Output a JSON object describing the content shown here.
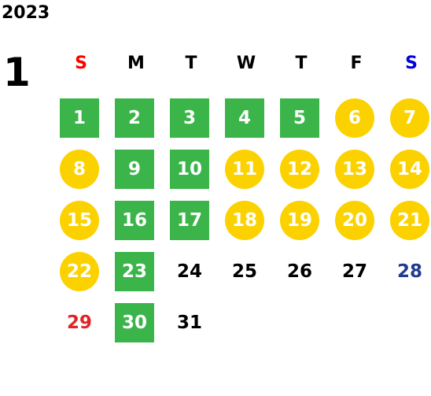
{
  "calendar": {
    "year": "2023",
    "month": "1",
    "weekdays": [
      {
        "label": "S",
        "kind": "sun"
      },
      {
        "label": "M",
        "kind": "normal"
      },
      {
        "label": "T",
        "kind": "normal"
      },
      {
        "label": "W",
        "kind": "normal"
      },
      {
        "label": "T",
        "kind": "normal"
      },
      {
        "label": "F",
        "kind": "normal"
      },
      {
        "label": "S",
        "kind": "sat"
      }
    ],
    "weeks": [
      [
        {
          "day": "1",
          "style": "green"
        },
        {
          "day": "2",
          "style": "green"
        },
        {
          "day": "3",
          "style": "green"
        },
        {
          "day": "4",
          "style": "green"
        },
        {
          "day": "5",
          "style": "green"
        },
        {
          "day": "6",
          "style": "yellow"
        },
        {
          "day": "7",
          "style": "yellow"
        }
      ],
      [
        {
          "day": "8",
          "style": "yellow"
        },
        {
          "day": "9",
          "style": "green"
        },
        {
          "day": "10",
          "style": "green"
        },
        {
          "day": "11",
          "style": "yellow"
        },
        {
          "day": "12",
          "style": "yellow"
        },
        {
          "day": "13",
          "style": "yellow"
        },
        {
          "day": "14",
          "style": "yellow"
        }
      ],
      [
        {
          "day": "15",
          "style": "yellow"
        },
        {
          "day": "16",
          "style": "green"
        },
        {
          "day": "17",
          "style": "green"
        },
        {
          "day": "18",
          "style": "yellow"
        },
        {
          "day": "19",
          "style": "yellow"
        },
        {
          "day": "20",
          "style": "yellow"
        },
        {
          "day": "21",
          "style": "yellow"
        }
      ],
      [
        {
          "day": "22",
          "style": "yellow"
        },
        {
          "day": "23",
          "style": "green"
        },
        {
          "day": "24",
          "style": "plain"
        },
        {
          "day": "25",
          "style": "plain"
        },
        {
          "day": "26",
          "style": "plain"
        },
        {
          "day": "27",
          "style": "plain"
        },
        {
          "day": "28",
          "style": "sat"
        }
      ],
      [
        {
          "day": "29",
          "style": "sun"
        },
        {
          "day": "30",
          "style": "green"
        },
        {
          "day": "31",
          "style": "plain"
        },
        null,
        null,
        null,
        null
      ]
    ],
    "colors": {
      "green": "#3bb54a",
      "yellow": "#fbd200",
      "sunday": "#e02424",
      "saturday": "#1f3d8f"
    }
  }
}
